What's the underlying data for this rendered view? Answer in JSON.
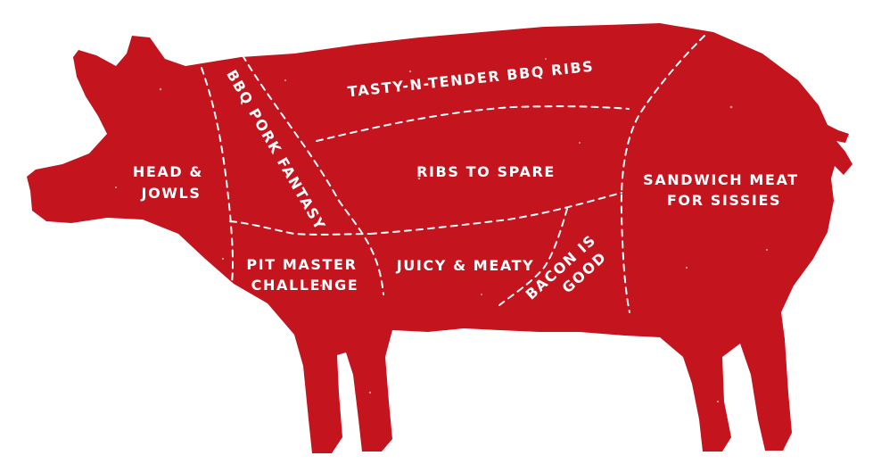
{
  "colors": {
    "pig": "#c4141e",
    "lines": "#ffffff",
    "background": "#ffffff"
  },
  "cuts": {
    "head": [
      "HEAD &",
      "JOWLS"
    ],
    "bbq_pork": [
      "BBQ PORK FANTASY"
    ],
    "tasty_ribs": [
      "TASTY-N-TENDER BBQ RIBS"
    ],
    "ribs_to_spare": [
      "RIBS TO SPARE"
    ],
    "sandwich": [
      "SANDWICH MEAT",
      "FOR SISSIES"
    ],
    "pit_master": [
      "PIT MASTER",
      "CHALLENGE"
    ],
    "juicy": [
      "JUICY & MEATY"
    ],
    "bacon": [
      "BACON IS",
      "GOOD"
    ]
  }
}
